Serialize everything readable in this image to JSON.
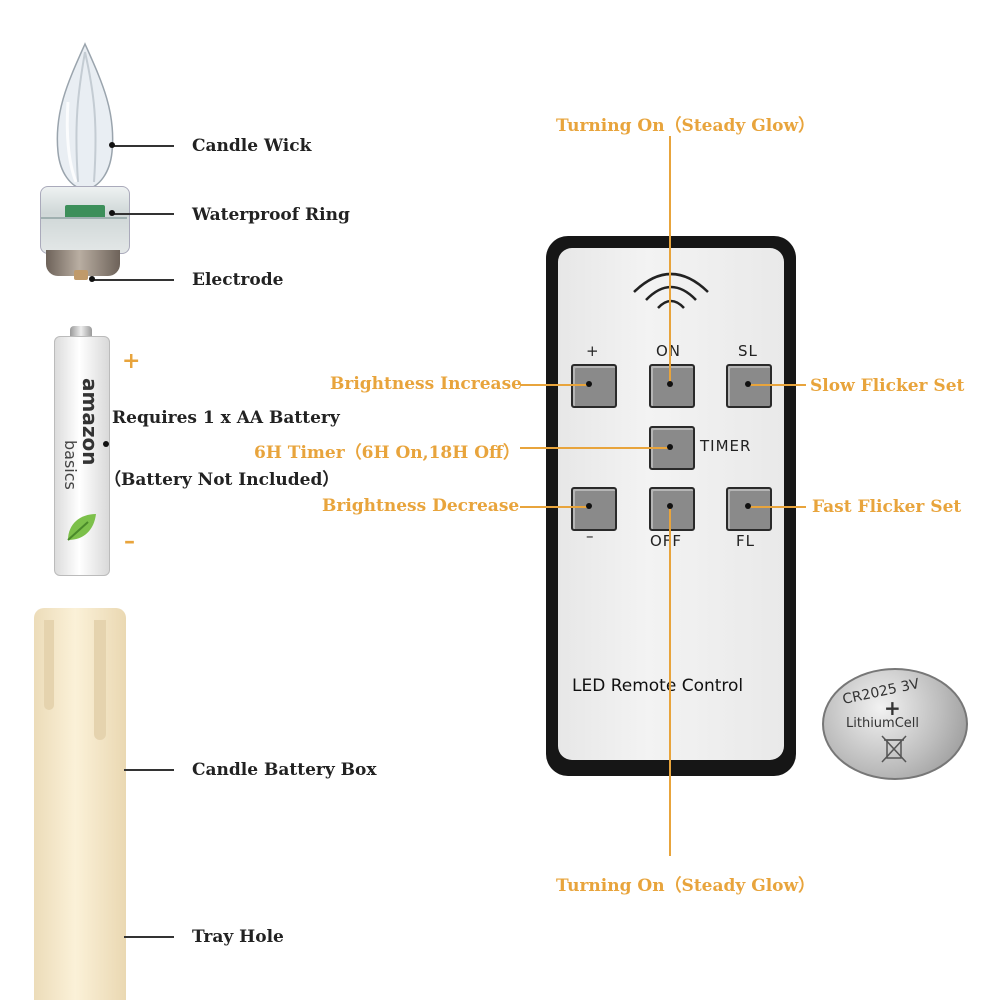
{
  "left_labels": {
    "candle_wick": "Candle Wick",
    "waterproof_ring": "Waterproof Ring",
    "electrode": "Electrode",
    "battery_req": "Requires 1 x AA Battery",
    "battery_note": "（Battery Not Included）",
    "battery_box": "Candle Battery Box",
    "tray_hole": "Tray Hole",
    "plus": "+",
    "minus": "–"
  },
  "battery": {
    "brand": "amazon",
    "sub": "basics"
  },
  "remote_labels": {
    "turning_on_top": "Turning On（Steady Glow）",
    "turning_on_bottom": "Turning On（Steady Glow）",
    "brightness_increase": "Brightness Increase",
    "timer": "6H Timer（6H On,18H Off）",
    "brightness_decrease": "Brightness Decrease",
    "slow_flicker": "Slow Flicker Set",
    "fast_flicker": "Fast Flicker Set"
  },
  "remote": {
    "plus": "+",
    "on": "ON",
    "sl": "SL",
    "timer": "TIMER",
    "minus": "–",
    "off": "OFF",
    "fl": "FL",
    "brand": "LED Remote Control"
  },
  "coin": {
    "model": "CR2025 3V",
    "plus": "+",
    "type": "LithiumCell"
  },
  "colors": {
    "accent": "#e8a43c",
    "remote_shell": "#161616",
    "button": "#8a8a8a"
  }
}
